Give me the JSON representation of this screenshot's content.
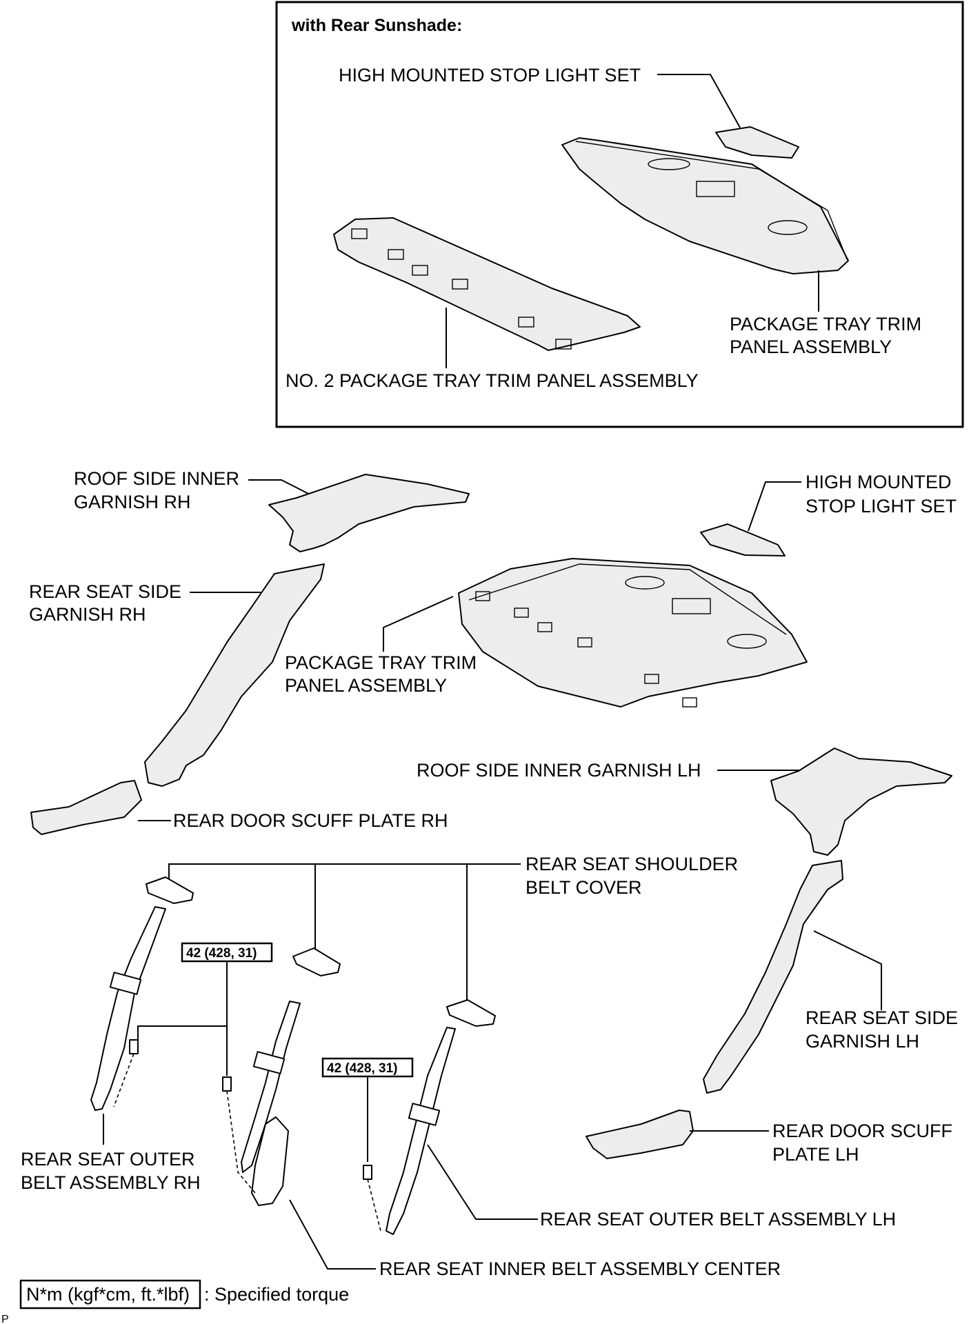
{
  "inset": {
    "title": "with Rear Sunshade:",
    "hmsl": "HIGH MOUNTED STOP LIGHT SET",
    "tray_1": "PACKAGE TRAY TRIM",
    "tray_2": "PANEL ASSEMBLY",
    "no2_tray": "NO. 2 PACKAGE TRAY TRIM PANEL ASSEMBLY"
  },
  "labels": {
    "roof_rh_1": "ROOF SIDE INNER",
    "roof_rh_2": "GARNISH RH",
    "hmsl_1": "HIGH MOUNTED",
    "hmsl_2": "STOP LIGHT SET",
    "side_rh_1": "REAR SEAT SIDE",
    "side_rh_2": "GARNISH RH",
    "tray_1": "PACKAGE TRAY TRIM",
    "tray_2": "PANEL ASSEMBLY",
    "roof_lh": "ROOF SIDE INNER GARNISH LH",
    "scuff_rh": "REAR DOOR SCUFF PLATE RH",
    "shoulder_1": "REAR SEAT SHOULDER",
    "shoulder_2": "BELT COVER",
    "side_lh_1": "REAR SEAT SIDE",
    "side_lh_2": "GARNISH LH",
    "scuff_lh_1": "REAR DOOR SCUFF",
    "scuff_lh_2": "PLATE LH",
    "outer_rh_1": "REAR SEAT OUTER",
    "outer_rh_2": "BELT ASSEMBLY RH",
    "outer_lh": "REAR SEAT OUTER BELT ASSEMBLY LH",
    "inner_center": "REAR SEAT INNER BELT ASSEMBLY CENTER"
  },
  "torque": {
    "value_1": "42 (428, 31)",
    "value_2": "42 (428, 31)"
  },
  "legend": {
    "units": "N*m (kgf*cm, ft.*lbf)",
    "desc": ": Specified torque"
  },
  "page_mark": "P"
}
